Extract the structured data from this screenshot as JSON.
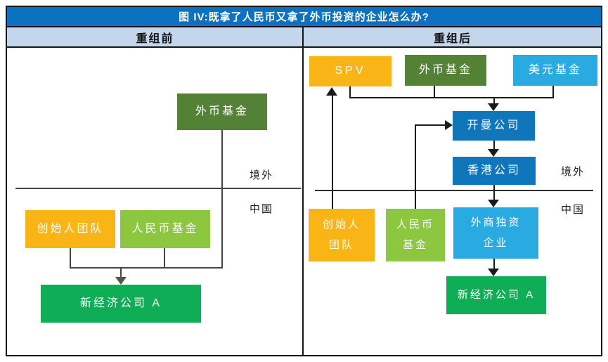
{
  "title": "图 IV:既拿了人民币又拿了外币投资的企业怎么办?",
  "columns": {
    "before": "重组前",
    "after": "重组后"
  },
  "region_labels": {
    "before_offshore": "境外",
    "before_china": "中国",
    "after_offshore": "境外",
    "after_china": "中国"
  },
  "before": {
    "foreign_fund": "外币基金",
    "founder_team": "创始人团队",
    "rmb_fund": "人民币基金",
    "new_economy_company": "新经济公司 A"
  },
  "after": {
    "spv": "SPV",
    "foreign_fund": "外币基金",
    "usd_fund": "美元基金",
    "cayman_company": "开曼公司",
    "hk_company": "香港公司",
    "founder_team_line1": "创始人",
    "founder_team_line2": "团队",
    "rmb_fund_line1": "人民币",
    "rmb_fund_line2": "基金",
    "wfoe_line1": "外商独资",
    "wfoe_line2": "企业",
    "new_economy_company": "新经济公司 A"
  },
  "colors": {
    "title_bar_blue": "#0b71c1",
    "header_light_blue": "#c3d6ec",
    "gold": "#f9b416",
    "dark_green": "#538135",
    "light_green": "#8dc63f",
    "bright_green": "#0fae56",
    "medium_blue": "#0f76bc",
    "light_blue": "#29abe2",
    "border_black": "#161616"
  }
}
